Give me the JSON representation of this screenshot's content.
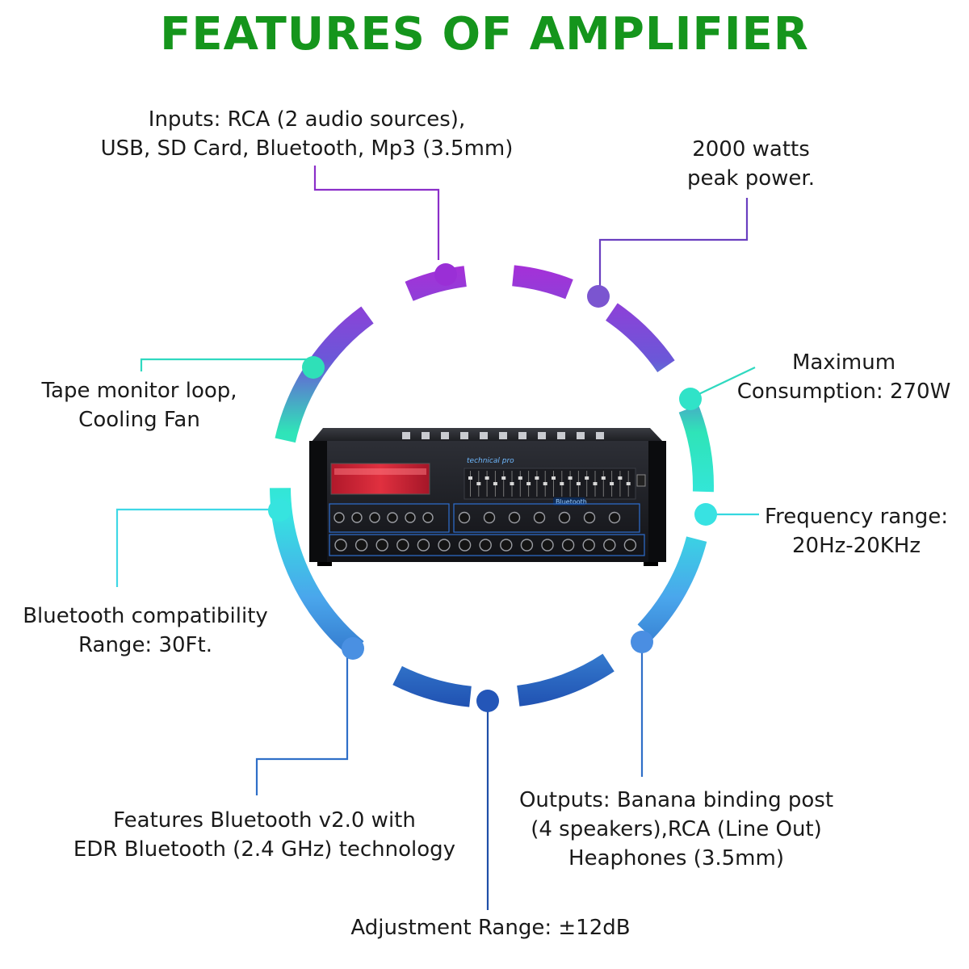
{
  "title": "FEATURES OF AMPLIFIER",
  "colors": {
    "title": "#15951c",
    "purple": "#9b2fd6",
    "violet": "#7b4fd0",
    "teal": "#2fe0c9",
    "cyan": "#39e3e0",
    "light_blue": "#4aa8ec",
    "mid_blue": "#3c7fd8",
    "dark_blue": "#2454b8"
  },
  "features": {
    "inputs": {
      "line1": "Inputs: RCA (2 audio sources),",
      "line2": "USB, SD Card, Bluetooth, Mp3 (3.5mm)"
    },
    "peak_power": {
      "line1": "2000 watts",
      "line2": "peak power."
    },
    "tape_monitor": {
      "line1": "Tape monitor loop,",
      "line2": "Cooling Fan"
    },
    "max_consumption": {
      "line1": "Maximum",
      "line2": "Consumption: 270W"
    },
    "frequency": {
      "line1": "Frequency range:",
      "line2": "20Hz-20KHz"
    },
    "bluetooth_range": {
      "line1": "Bluetooth compatibility",
      "line2": "Range: 30Ft."
    },
    "bluetooth_version": {
      "line1": "Features Bluetooth v2.0 with",
      "line2": "EDR Bluetooth (2.4 GHz) technology"
    },
    "outputs": {
      "line1": "Outputs: Banana binding post",
      "line2": "(4 speakers),RCA (Line Out)",
      "line3": "Heaphones (3.5mm)"
    },
    "adjustment": {
      "line1": "Adjustment Range: ±12dB"
    }
  },
  "amplifier": {
    "brand": "technical pro",
    "bluetooth_badge": "Bluetooth"
  }
}
